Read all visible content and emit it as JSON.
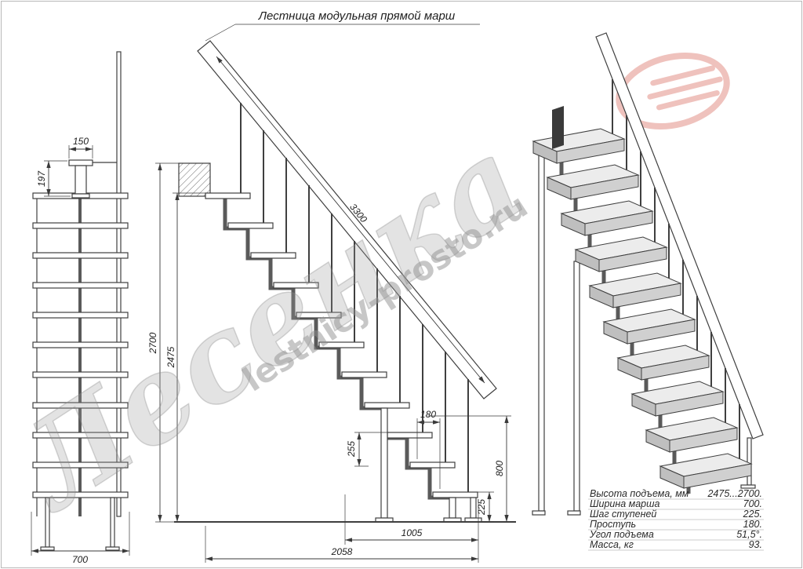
{
  "title": "Лестница модульная прямой марш",
  "watermark": {
    "brand": "Лесенка",
    "site": "lestnicy-prosto.ru"
  },
  "dimensions": {
    "front": {
      "rail_offset": "150",
      "bracket_height": "197",
      "march_width": "700"
    },
    "side": {
      "stringer": "3300",
      "height_full": "2700",
      "height_steps": "2475",
      "tread_depth": "180",
      "module": "255",
      "step_rise": "225",
      "bottom_height": "800",
      "base_span": "1005",
      "total_run": "2058"
    }
  },
  "spec_table": {
    "rows": [
      {
        "label": "Высота подъема, мм",
        "value": "2475...2700."
      },
      {
        "label": "Ширина марша",
        "value": "700."
      },
      {
        "label": "Шаг ступеней",
        "value": "225."
      },
      {
        "label": "Проступь",
        "value": "180."
      },
      {
        "label": "Угол подъема",
        "value": "51,5°."
      },
      {
        "label": "Масса, кг",
        "value": "93."
      }
    ]
  },
  "colors": {
    "line": "#3f3f3f",
    "logo": "#ecb7b1",
    "watermark": "#9a9a9a"
  }
}
